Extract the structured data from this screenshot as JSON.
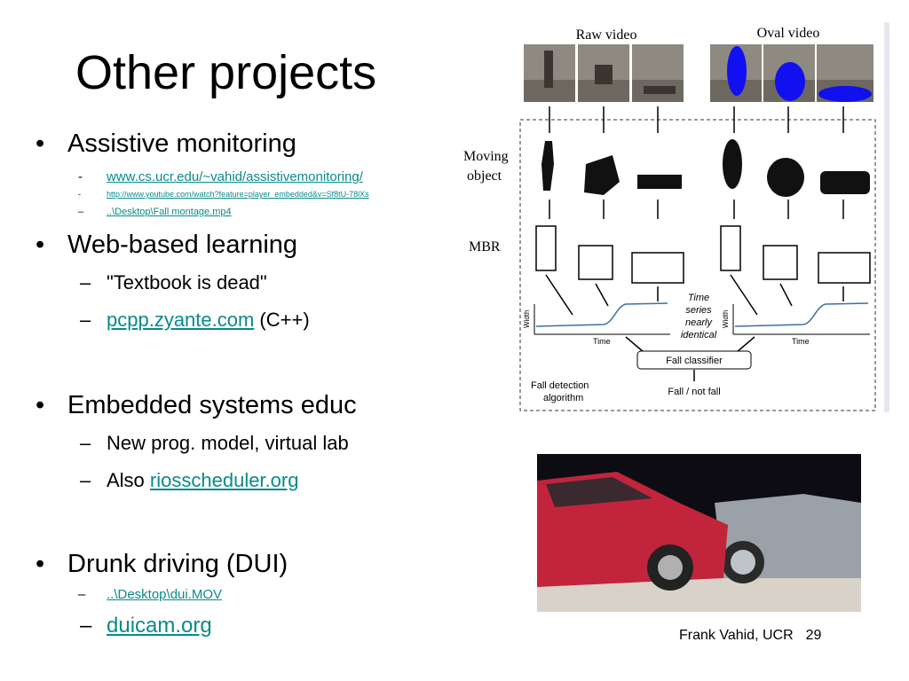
{
  "slide": {
    "title": "Other projects",
    "sections": [
      {
        "label": "Assistive monitoring",
        "items": [
          {
            "marker": "-",
            "link": "www.cs.ucr.edu/~vahid/assistivemonitoring/"
          },
          {
            "marker": "-",
            "link": "http://www.youtube.com/watch?feature=player_embedded&v=Sf8tU-78lXs"
          },
          {
            "marker": "–",
            "link": "..\\Desktop\\Fall montage.mp4"
          }
        ]
      },
      {
        "label": "Web-based learning",
        "items": [
          {
            "marker": "–",
            "text": "\"Textbook is dead\""
          },
          {
            "marker": "–",
            "link": "pcpp.zyante.com",
            "suffix": " (C++)"
          }
        ]
      },
      {
        "label": "Embedded systems educ",
        "items": [
          {
            "marker": "–",
            "text": "New prog. model, virtual lab"
          },
          {
            "marker": "–",
            "prefix": "Also ",
            "link": "riosscheduler.org"
          }
        ]
      },
      {
        "label": "Drunk driving (DUI)",
        "items": [
          {
            "marker": "–",
            "link": "..\\Desktop\\dui.MOV"
          },
          {
            "marker": "–",
            "link": "duicam.org"
          }
        ]
      }
    ],
    "footer": {
      "author": "Frank Vahid, UCR",
      "page": "29"
    }
  },
  "figure": {
    "raw_video": "Raw video",
    "oval_video": "Oval video",
    "moving_object": "Moving object",
    "mbr": "MBR",
    "width": "Width",
    "time": "Time",
    "note": "Time series nearly identical",
    "classifier": "Fall classifier",
    "output": "Fall / not fall",
    "algorithm": "Fall detection algorithm"
  },
  "colors": {
    "link": "#0a8a8a",
    "oval": "#1010f0",
    "car_red": "#c2243c"
  }
}
